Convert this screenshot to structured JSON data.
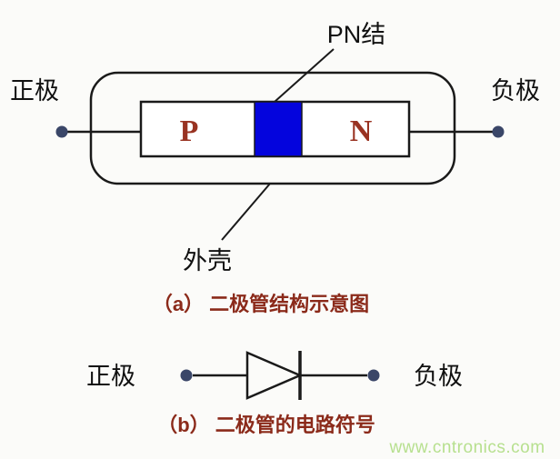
{
  "figure_a": {
    "pn_junction_label": "PN结",
    "anode_label": "正极",
    "cathode_label": "负极",
    "p_region_label": "P",
    "n_region_label": "N",
    "shell_label": "外壳",
    "caption": "（a）  二极管结构示意图"
  },
  "figure_b": {
    "anode_label": "正极",
    "cathode_label": "负极",
    "caption": "（b）  二极管的电路符号"
  },
  "watermark": "www.cntronics.com",
  "colors": {
    "pn_junction_fill": "#0404dd",
    "region_letter_color": "#993322",
    "caption_color": "#8b2a1a",
    "terminal_dot_color": "#3a4668",
    "line_color": "#1a1a1a",
    "watermark_color": "#b7e08f",
    "background": "#fbfbf9"
  }
}
